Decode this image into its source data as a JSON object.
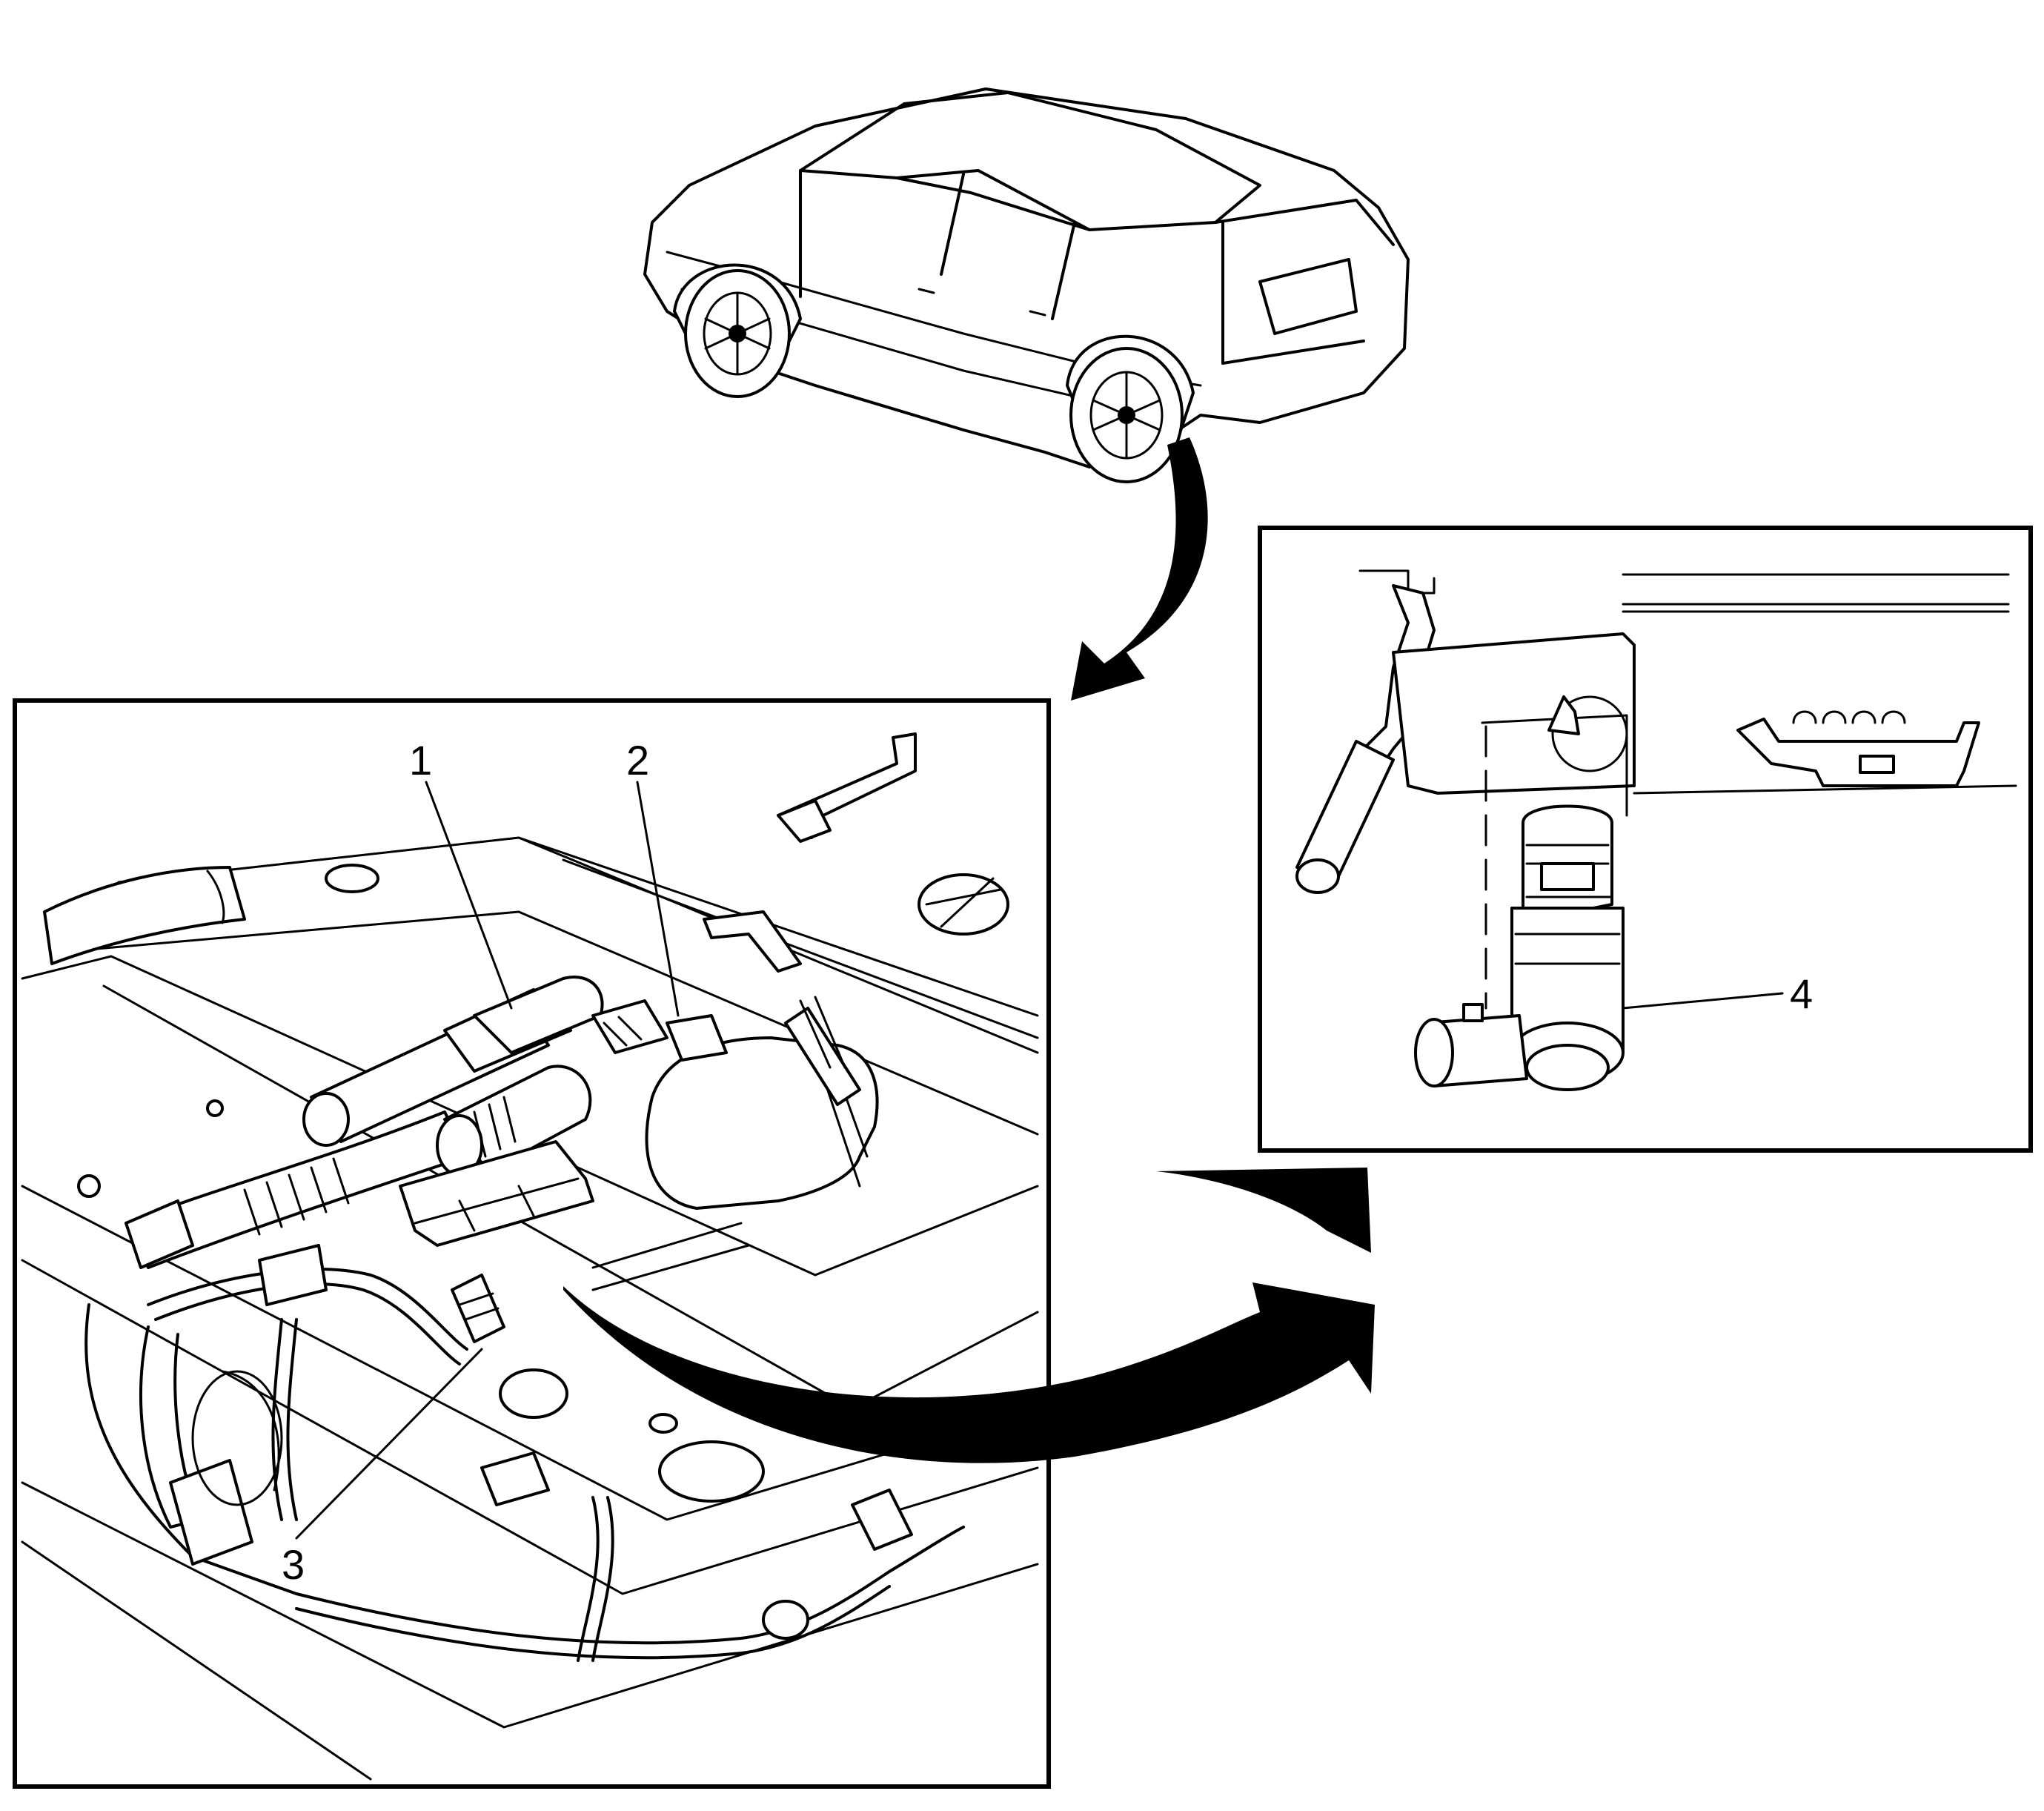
{
  "callouts": [
    {
      "id": 1,
      "label": "1"
    },
    {
      "id": 2,
      "label": "2"
    },
    {
      "id": 3,
      "label": "3"
    },
    {
      "id": 4,
      "label": "4"
    }
  ],
  "colors": {
    "line": "#000000",
    "background": "#ffffff"
  },
  "icons": [
    "vehicle-illustration",
    "transfer-arrow-icon",
    "forward-direction-arrow-icon"
  ]
}
